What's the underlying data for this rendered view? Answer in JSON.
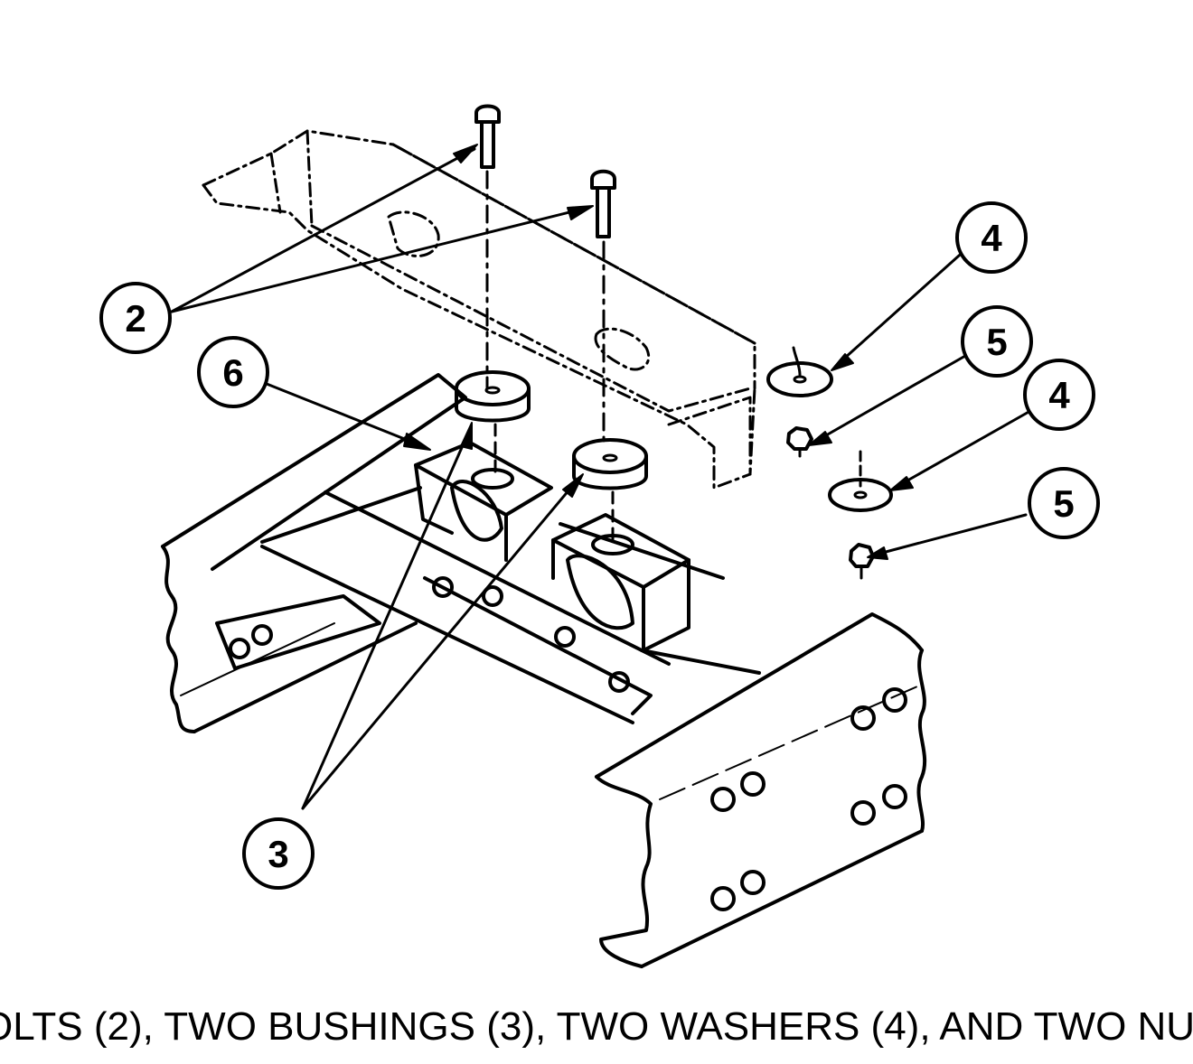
{
  "callouts": {
    "bolts": "2",
    "bushings": "3",
    "washer_upper": "4",
    "nut_upper": "5",
    "washer_lower": "4",
    "nut_lower": "5",
    "bracket": "6"
  },
  "caption": "OLTS (2), TWO BUSHINGS (3), TWO WASHERS (4), AND TWO NU"
}
